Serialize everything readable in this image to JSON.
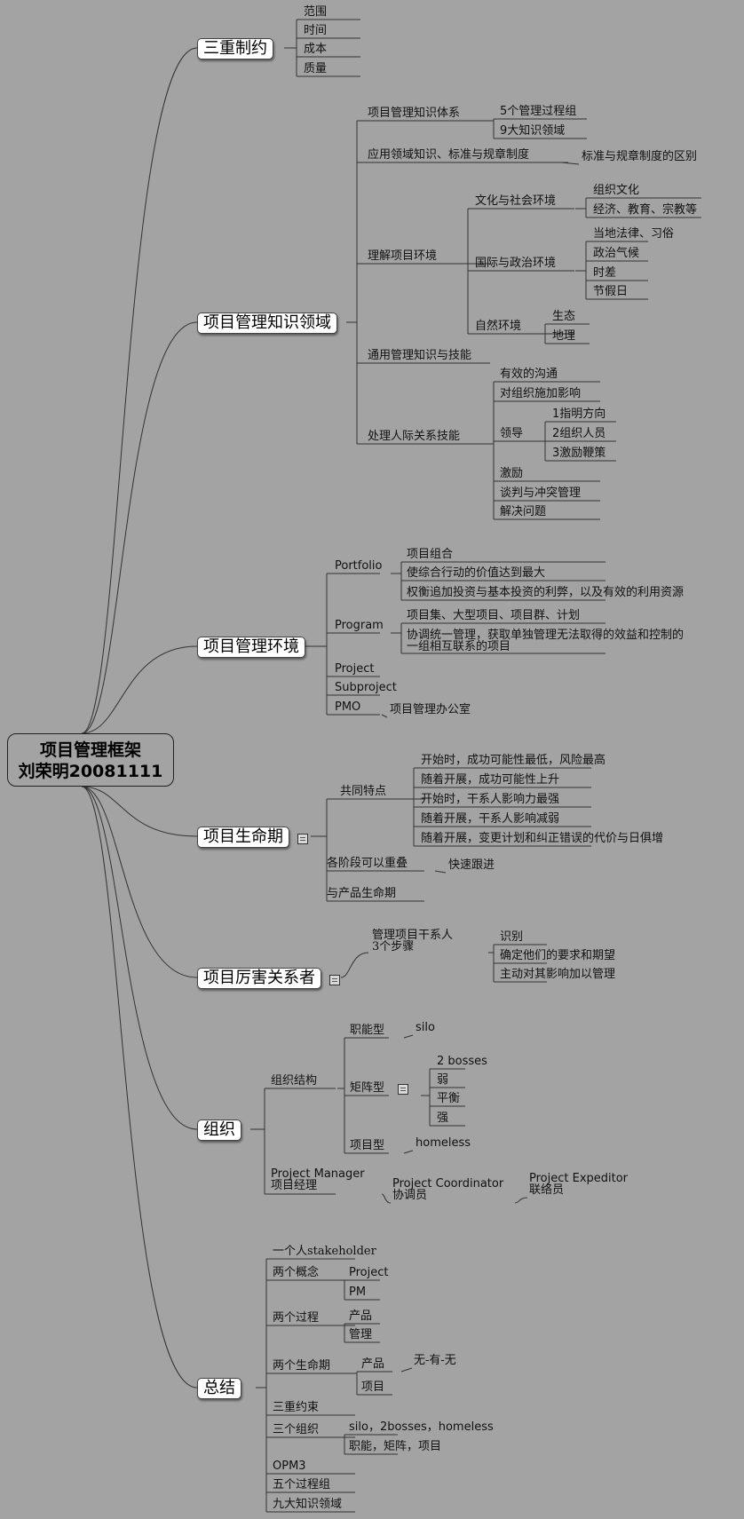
{
  "root": {
    "line1": "项目管理框架",
    "line2": "刘荣明20081111"
  },
  "branches": {
    "sanzhong": "三重制约",
    "zhishi": "项目管理知识领域",
    "huanjing": "项目管理环境",
    "shengming": "项目生命期",
    "lihai": "项目厉害关系者",
    "zuzhi": "组织",
    "zongjie": "总结"
  },
  "n": {
    "fanwei": "范围",
    "shijian": "时间",
    "chengben": "成本",
    "zhiliang": "质量",
    "tixi": "项目管理知识体系",
    "guocheng5": "5个管理过程组",
    "lingyu9": "9大知识领域",
    "yingyong": "应用领域知识、标准与规章制度",
    "biaozhun": "标准与规章制度的区别",
    "lijie": "理解项目环境",
    "wenhua": "文化与社会环境",
    "zuzhiwenhua": "组织文化",
    "jingji": "经济、教育、宗教等",
    "guoji": "国际与政治环境",
    "dangdi": "当地法律、习俗",
    "zhengzhi": "政治气候",
    "shicha": "时差",
    "jiejiari": "节假日",
    "ziran": "自然环境",
    "shengtai": "生态",
    "dili": "地理",
    "tongyong": "通用管理知识与技能",
    "chuli": "处理人际关系技能",
    "goutong": "有效的沟通",
    "yingxiang": "对组织施加影响",
    "lingdao": "领导",
    "fangxiang": "1指明方向",
    "zuzhirenyuan": "2组织人员",
    "jili3": "3激励鞭策",
    "jili": "激励",
    "tanpan": "谈判与冲突管理",
    "jiejue": "解决问题",
    "portfolio": "Portfolio",
    "pf1": "项目组合",
    "pf2": "使综合行动的价值达到最大",
    "pf3": "权衡追加投资与基本投资的利弊，以及有效的利用资源",
    "program": "Program",
    "pg1": "项目集、大型项目、项目群、计划",
    "pg2a": "协调统一管理，获取单独管理无法取得的效益和控制的",
    "pg2b": "一组相互联系的项目",
    "project": "Project",
    "subproject": "Subproject",
    "pmo": "PMO",
    "pmoDesc": "项目管理办公室",
    "gongtong": "共同特点",
    "td1": "开始时，成功可能性最低，风险最高",
    "td2": "随着开展，成功可能性上升",
    "td3": "开始时，干系人影响力最强",
    "td4": "随着开展，干系人影响减弱",
    "td5": "随着开展，变更计划和纠正错误的代价与日俱增",
    "chongdie": "各阶段可以重叠",
    "kuaisu": "快速跟进",
    "chanpin": "与产品生命期",
    "guanli1": "管理项目干系人",
    "guanli2": "3个步骤",
    "shibie": "识别",
    "queding": "确定他们的要求和期望",
    "zhudong": "主动对其影响加以管理",
    "jiegou": "组织结构",
    "zhineng": "职能型",
    "silo": "silo",
    "juzhen": "矩阵型",
    "bosses": "2 bosses",
    "ruo": "弱",
    "pingheng": "平衡",
    "qiang": "强",
    "xiangmu": "项目型",
    "homeless": "homeless",
    "pm1": "Project Manager",
    "pm2": "项目经理",
    "pc1": "Project Coordinator",
    "pc2": "协调员",
    "pe1": "Project Expeditor",
    "pe2": "联络员",
    "z1": "一个人stakeholder",
    "z2": "两个概念",
    "z2a": "Project",
    "z2b": "PM",
    "z3": "两个过程",
    "z3a": "产品",
    "z3b": "管理",
    "z4": "两个生命期",
    "z4a": "产品",
    "z4b": "项目",
    "z4c": "无-有-无",
    "z5": "三重约束",
    "z6": "三个组织",
    "z6a": "silo，2bosses，homeless",
    "z6b": "职能，矩阵，项目",
    "z7": "OPM3",
    "z8": "五个过程组",
    "z9": "九大知识领域"
  }
}
